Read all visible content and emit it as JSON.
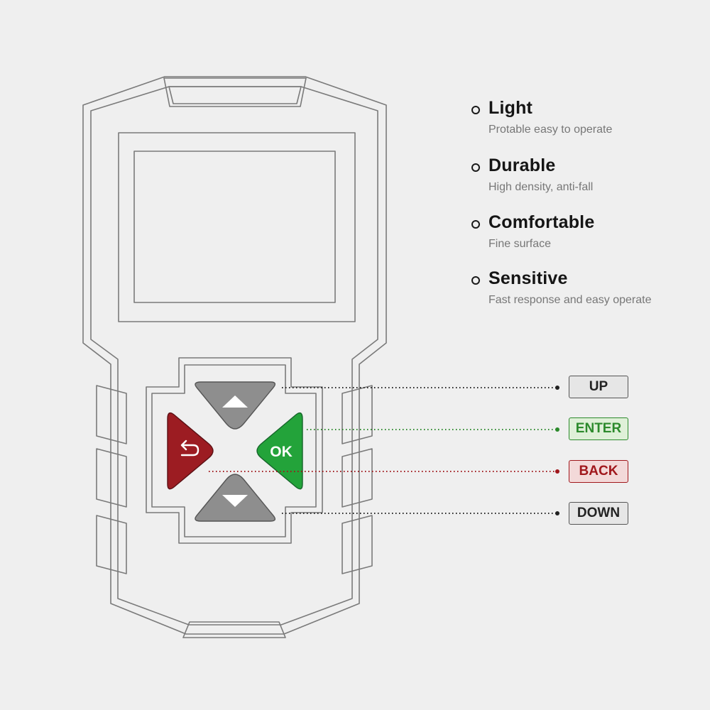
{
  "colors": {
    "background": "#efefef",
    "outline": "#7a7a7a",
    "up_down_key": "#8e8e8e",
    "back_key": "#9c1c22",
    "enter_key": "#23a33a",
    "enter_label_text": "#2c8a2c",
    "enter_label_bg": "#dff0d8",
    "back_label_text": "#a0171c",
    "back_label_bg": "#f3d9d9",
    "neutral_label_text": "#222222",
    "neutral_label_bg": "#e6e6e6"
  },
  "device": {
    "ok_key_text": "OK",
    "back_key_icon": "return-arrow-icon",
    "up_key_icon": "up-triangle-icon",
    "down_key_icon": "down-triangle-icon"
  },
  "features": [
    {
      "title": "Light",
      "desc": "Protable easy to operate"
    },
    {
      "title": "Durable",
      "desc": "High density, anti-fall"
    },
    {
      "title": "Comfortable",
      "desc": "Fine surface"
    },
    {
      "title": "Sensitive",
      "desc": "Fast response and easy operate"
    }
  ],
  "key_labels": {
    "up": "UP",
    "enter": "ENTER",
    "back": "BACK",
    "down": "DOWN"
  }
}
